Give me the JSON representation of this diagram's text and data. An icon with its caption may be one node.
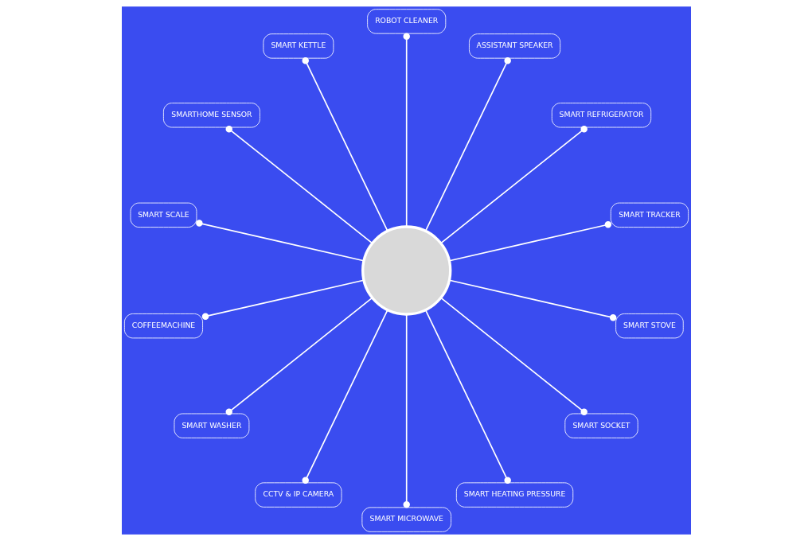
{
  "diagram": {
    "nodes": [
      {
        "text": [],
        "shape": "circle"
      },
      {
        "text": [
          "SMART TRACKER"
        ]
      },
      {
        "text": [
          "SMART REFRIGERATOR"
        ]
      },
      {
        "text": [
          "ASSISTANT SPEAKER"
        ]
      },
      {
        "text": [
          "ROBOT CLEANER"
        ]
      },
      {
        "text": [
          "SMART KETTLE"
        ]
      },
      {
        "text": [
          "SMARTHOME SENSOR"
        ]
      },
      {
        "text": [
          "SMART SCALE"
        ]
      },
      {
        "text": [
          "COFFEEMACHINE"
        ]
      },
      {
        "text": [
          "SMART WASHER"
        ]
      },
      {
        "text": [
          "CCTV & IP CAMERA"
        ]
      },
      {
        "text": [
          "SMART MICROWAVE"
        ]
      },
      {
        "text": [
          "SMART HEATING PRESSURE"
        ]
      },
      {
        "text": [
          "SMART SOCKET"
        ]
      },
      {
        "text": [
          "SMART STOVE"
        ]
      }
    ],
    "edges": [
      {
        "from": 0,
        "to": 1,
        "arrow": "other"
      },
      {
        "from": 0,
        "to": 2,
        "arrow": "other"
      },
      {
        "from": 0,
        "to": 3,
        "arrow": "other"
      },
      {
        "from": 0,
        "to": 4,
        "arrow": "other"
      },
      {
        "from": 0,
        "to": 5,
        "arrow": "other"
      },
      {
        "from": 0,
        "to": 6,
        "arrow": "other"
      },
      {
        "from": 0,
        "to": 7,
        "arrow": "other"
      },
      {
        "from": 0,
        "to": 8,
        "arrow": "other"
      },
      {
        "from": 0,
        "to": 9,
        "arrow": "other"
      },
      {
        "from": 0,
        "to": 10,
        "arrow": "other"
      },
      {
        "from": 0,
        "to": 11,
        "arrow": "other"
      },
      {
        "from": 0,
        "to": 12,
        "arrow": "other"
      },
      {
        "from": 0,
        "to": 13,
        "arrow": "other"
      },
      {
        "from": 0,
        "to": 14,
        "arrow": "other"
      }
    ]
  }
}
